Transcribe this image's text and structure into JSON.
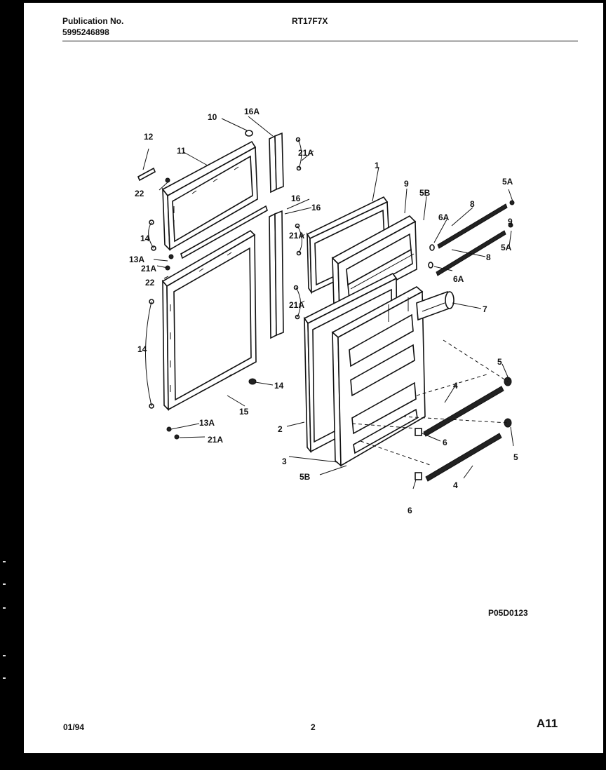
{
  "header": {
    "publication_label": "Publication No.",
    "publication_number": "5995246898",
    "model": "RT17F7X"
  },
  "footer": {
    "date": "01/94",
    "page": "2",
    "section": "A11"
  },
  "diagram_code": "P05D0123",
  "callouts": {
    "c1": "1",
    "c2": "2",
    "c3": "3",
    "c4a": "4",
    "c4b": "4",
    "c5a": "5",
    "c5b": "5",
    "c5Aa": "5A",
    "c5Ab": "5A",
    "c5Ba": "5B",
    "c5Bb": "5B",
    "c6a": "6",
    "c6b": "6",
    "c6Aa": "6A",
    "c6Ab": "6A",
    "c7": "7",
    "c8a": "8",
    "c8b": "8",
    "c9a": "9",
    "c9b": "9",
    "c10": "10",
    "c11": "11",
    "c12": "12",
    "c13Aa": "13A",
    "c13Ab": "13A",
    "c14a": "14",
    "c14b": "14",
    "c14c": "14",
    "c15": "15",
    "c16a": "16",
    "c16b": "16",
    "c16A": "16A",
    "c21Aa": "21A",
    "c21Ab": "21A",
    "c21Ac": "21A",
    "c21Ad": "21A",
    "c21Ae": "21A",
    "c22a": "22",
    "c22b": "22"
  }
}
